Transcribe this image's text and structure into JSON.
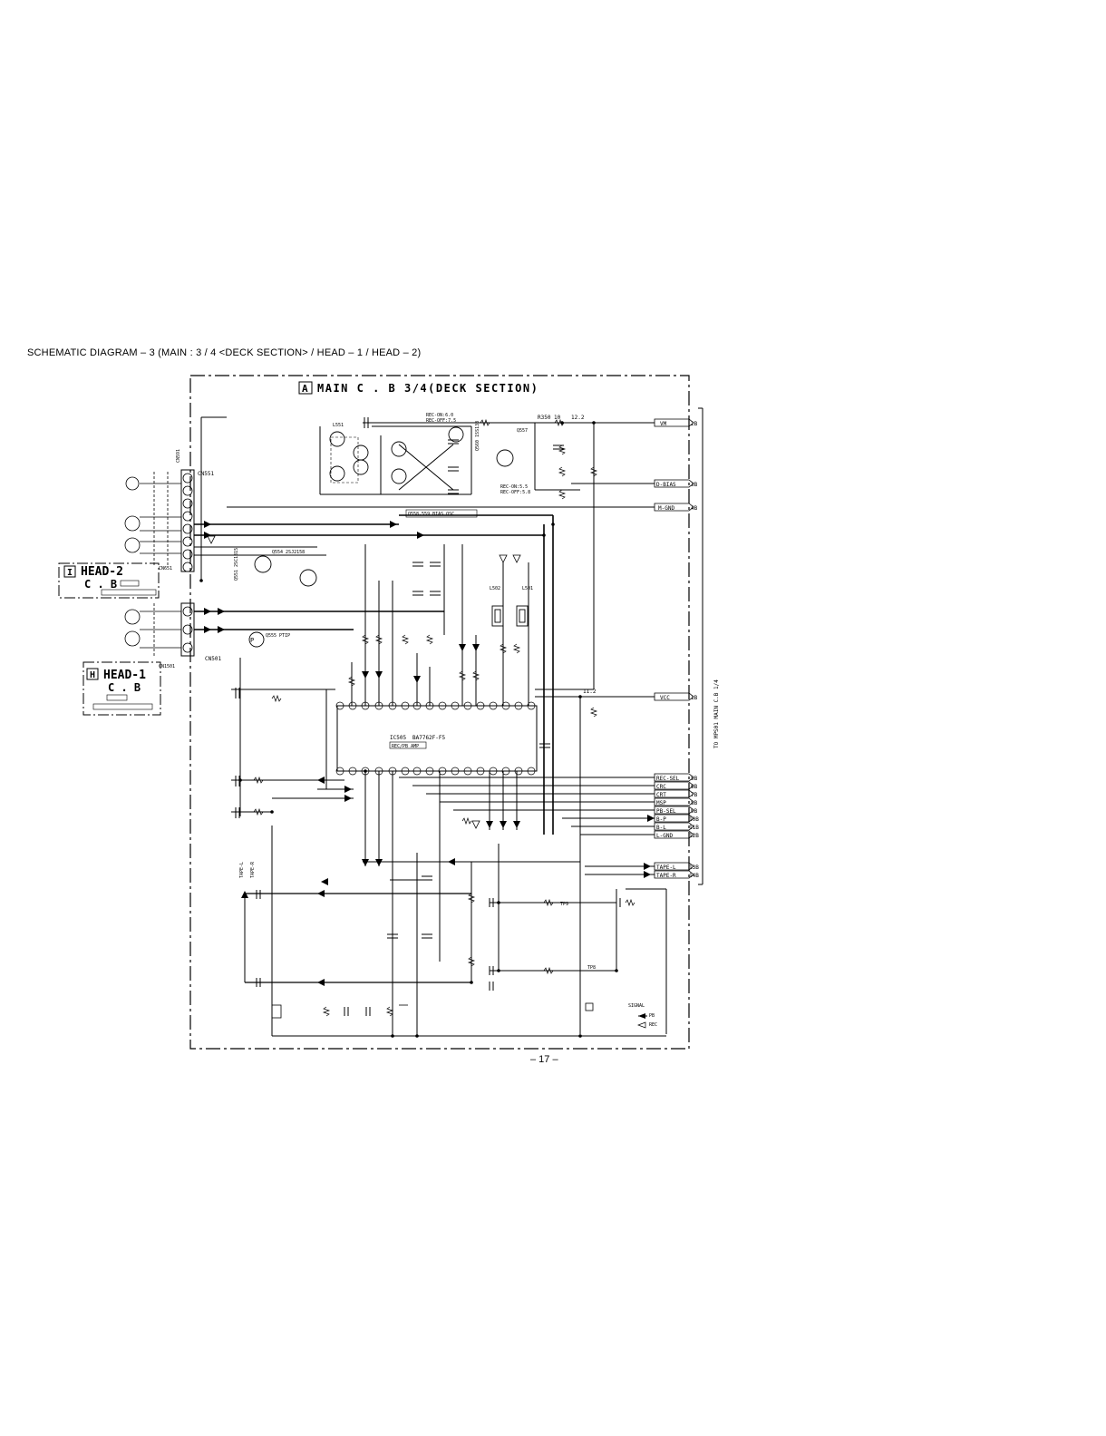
{
  "caption": "SCHEMATIC  DIAGRAM – 3  (MAIN : 3 / 4 <DECK  SECTION> / HEAD – 1 / HEAD – 2)",
  "page_number": "– 17 –",
  "main_board": {
    "letter": "A",
    "title": "MAIN C . B 3/4(DECK SECTION)"
  },
  "head2_board": {
    "letter": "I",
    "title": "HEAD-2",
    "subtitle": "C . B"
  },
  "head1_board": {
    "letter": "H",
    "title": "HEAD-1",
    "subtitle": "C . B"
  },
  "ic": {
    "ref": "IC505",
    "part": "BA7762F-F5",
    "tag": "REC/PB AMP"
  },
  "right_connector_caption": "TO MPS01 MAIN C.B 1/4",
  "connectors": {
    "top": [
      {
        "label": "VM",
        "pin": "2B"
      },
      {
        "label": "D-BIAS",
        "pin": "3B"
      },
      {
        "label": "M-GND",
        "pin": "4B"
      }
    ],
    "vcc": {
      "label": "VCC",
      "pin": "1B"
    },
    "bottom": [
      {
        "label": "REC-SEL",
        "pin": "5B"
      },
      {
        "label": "CRC",
        "pin": "6B"
      },
      {
        "label": "CRT",
        "pin": "7B"
      },
      {
        "label": "MSP",
        "pin": "8B"
      },
      {
        "label": "PB-SEL",
        "pin": "9B"
      },
      {
        "label": "B-P",
        "pin": "10B"
      },
      {
        "label": "B-L",
        "pin": "11B"
      },
      {
        "label": "L-GND",
        "pin": "12B"
      },
      {
        "label": "TAPE-L",
        "pin": "13B"
      },
      {
        "label": "TAPE-R",
        "pin": "14B"
      }
    ]
  },
  "labels": {
    "cn551": "CN551",
    "cn501": "CN501",
    "cn591": "CN591",
    "cn651": "CN651",
    "cn1501": "CN1501",
    "q551_label": "Q551 2SC1815",
    "q554": "Q554 2SJ2158",
    "q555": "Q555 PTIP",
    "q557": "Q557",
    "q560": "Q560 1SS133",
    "osc_label": "Q558,559 BIAS OSC",
    "l501": "L501",
    "l502": "L502",
    "l551": "L551",
    "r350": "R350 10",
    "vm_voltage": "12.2",
    "vcc_voltage": "11.2",
    "rec_on_off_1": "REC-ON:6.0",
    "rec_on_off_2": "REC-OFF:7.5",
    "rec_on_off_3": "REC-ON:5.5",
    "rec_on_off_4": "REC-OFF:5.8",
    "pb": "PB",
    "rec": "REC",
    "tp8": "TP8",
    "tp9": "TP9",
    "tape_l_vert": "TAPE-L",
    "tape_r_vert": "TAPE-R",
    "signal_caption": "SIGNAL"
  },
  "colors": {
    "ink": "#000000",
    "paper": "#ffffff"
  }
}
